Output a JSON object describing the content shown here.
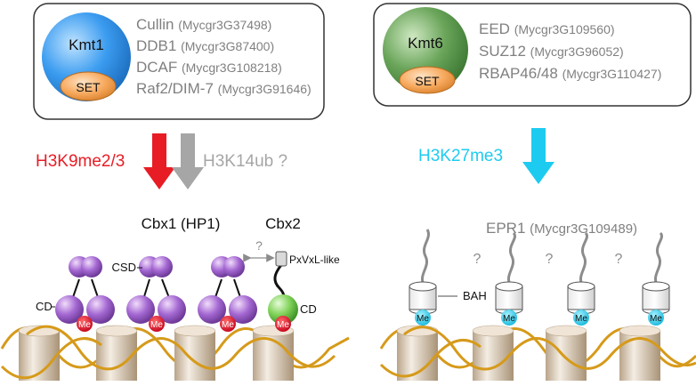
{
  "left_complex": {
    "main_label": "Kmt1",
    "domain_label": "SET",
    "members": [
      {
        "name": "Cullin",
        "id": "(Mycgr3G37498)"
      },
      {
        "name": "DDB1",
        "id": "(Mycgr3G87400)"
      },
      {
        "name": "DCAF",
        "id": "(Mycgr3G108218)"
      },
      {
        "name": "Raf2/DIM-7",
        "id": "(Mycgr3G91646)"
      }
    ],
    "colors": {
      "sphere": "#2f8fe6",
      "set": "#f2a05a"
    }
  },
  "right_complex": {
    "main_label": "Kmt6",
    "domain_label": "SET",
    "members": [
      {
        "name": "EED",
        "id": "(Mycgr3G109560)"
      },
      {
        "name": "SUZ12",
        "id": "(Mycgr3G96052)"
      },
      {
        "name": "RBAP46/48",
        "id": "(Mycgr3G110427)"
      }
    ],
    "colors": {
      "sphere": "#5f9a4e",
      "set": "#f2a05a"
    }
  },
  "marks": {
    "h3k9": {
      "label": "H3K9me2/3",
      "color": "#e81c24"
    },
    "h3k14": {
      "label": "H3K14ub ?",
      "color": "#a6a6a6"
    },
    "h3k27": {
      "label": "H3K27me3",
      "color": "#1ecbf0"
    }
  },
  "readers_left": {
    "cbx1_label": "Cbx1 (HP1)",
    "cbx2_label": "Cbx2",
    "csd_label": "CSD",
    "cd_label_left": "CD",
    "cd_label_right": "CD",
    "motif_label": "PxVxL-like",
    "question": "?",
    "me_label": "Me",
    "colors": {
      "hp1": "#9b59c6",
      "cbx2": "#6cc24a",
      "me": "#d9001b"
    }
  },
  "readers_right": {
    "epr1_name": "EPR1",
    "epr1_id": "(Mycgr3G109489)",
    "bah_label": "BAH",
    "questions": [
      "?",
      "?",
      "?"
    ],
    "me_label": "Me",
    "colors": {
      "me": "#1ecbf0"
    }
  },
  "chromatin": {
    "dna_color": "#d69a1a",
    "nucleosome_color": "#c9b49a"
  }
}
